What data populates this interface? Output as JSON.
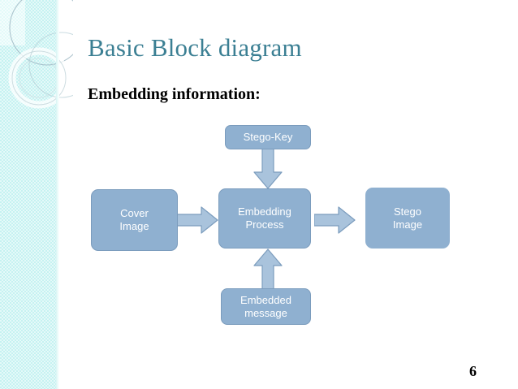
{
  "slide": {
    "title": "Basic Block diagram",
    "subheading": "Embedding information:",
    "page_number": "6",
    "title_color": "#3b7f93",
    "node_fill": "#8fb0d0",
    "node_border": "#7b9cbd",
    "node_text_color": "#ffffff",
    "arrow_fill": "#a9c3dc",
    "arrow_stroke": "#7b9cbd",
    "sidebar_color": "#c5f2f1"
  },
  "diagram": {
    "type": "block-diagram",
    "nodes": [
      {
        "id": "stego-key",
        "label": "Stego-Key"
      },
      {
        "id": "cover",
        "label": "Cover\nImage"
      },
      {
        "id": "embedding",
        "label": "Embedding\nProcess"
      },
      {
        "id": "stego-image",
        "label": "Stego\nImage"
      },
      {
        "id": "embedded",
        "label": "Embedded\nmessage"
      }
    ],
    "edges": [
      {
        "from": "stego-key",
        "to": "embedding",
        "direction": "down"
      },
      {
        "from": "cover",
        "to": "embedding",
        "direction": "right"
      },
      {
        "from": "embedding",
        "to": "stego-image",
        "direction": "right"
      },
      {
        "from": "embedded",
        "to": "embedding",
        "direction": "up"
      }
    ]
  }
}
